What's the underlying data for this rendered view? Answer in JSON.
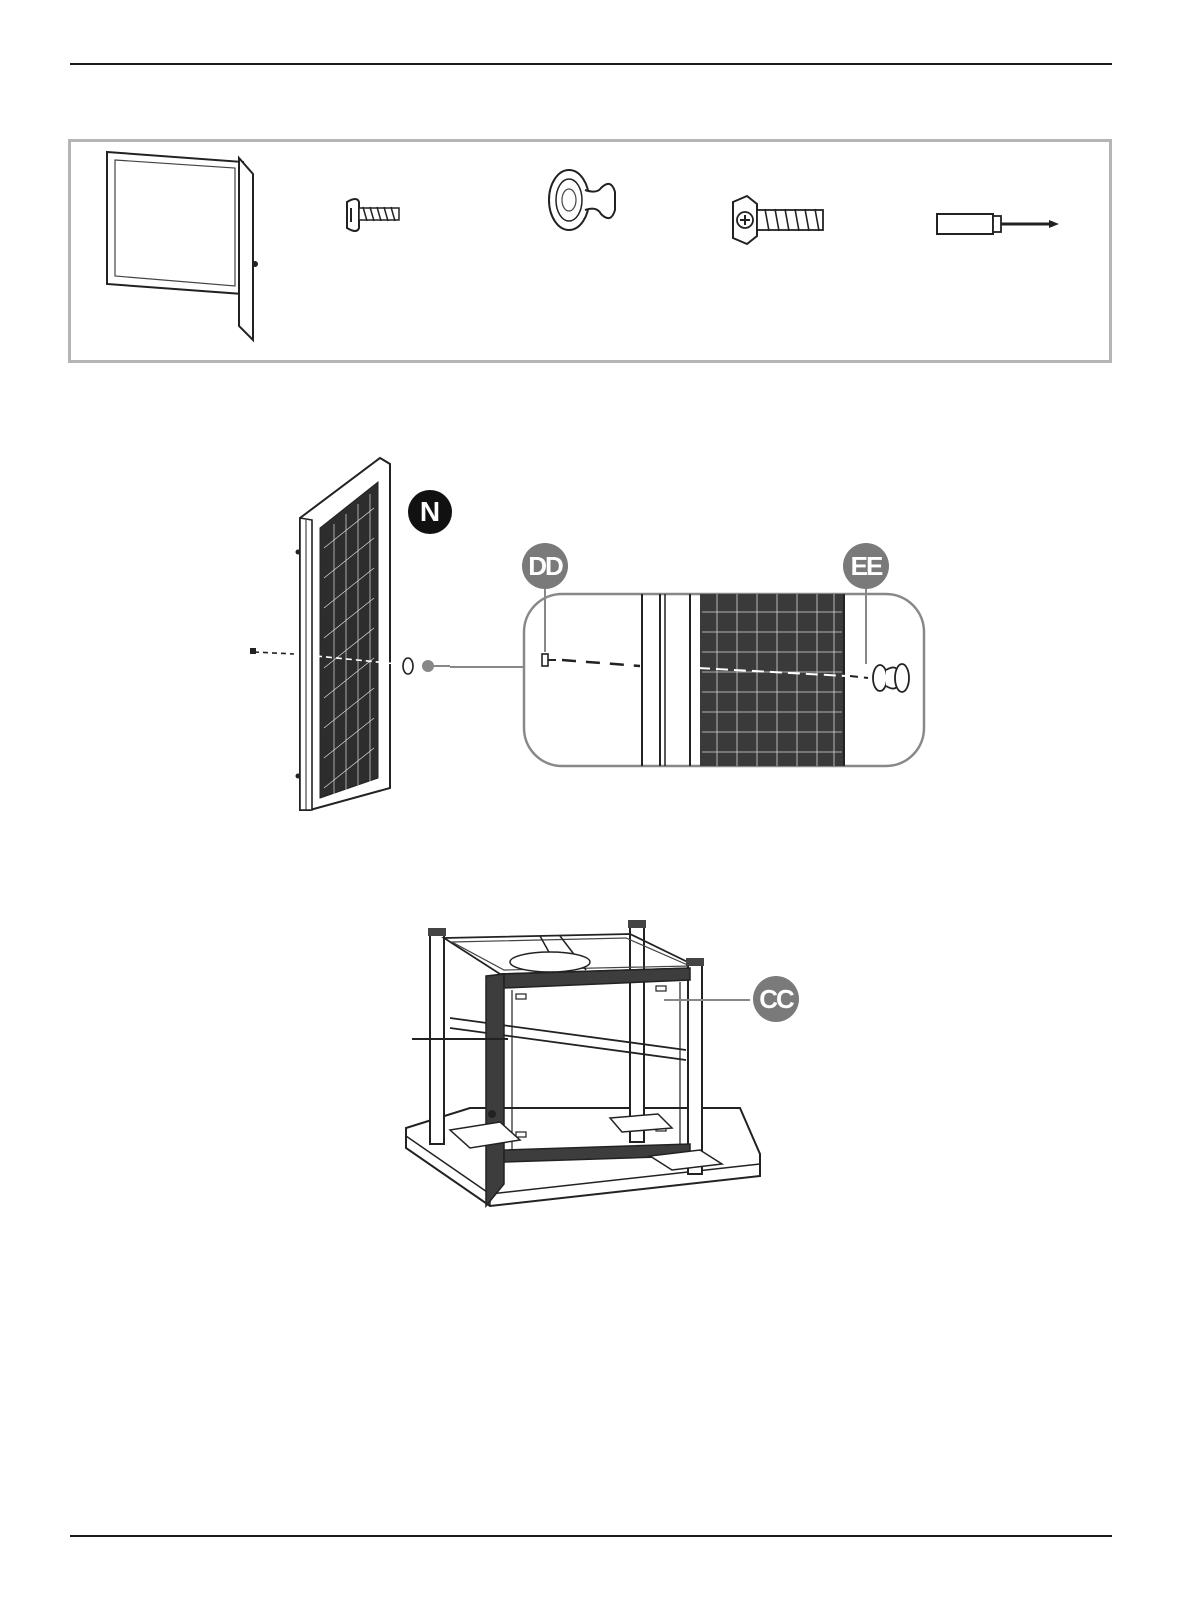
{
  "parts_panel": {
    "items": [
      {
        "icon": "door-panel-icon"
      },
      {
        "icon": "small-screw-icon"
      },
      {
        "icon": "knob-icon"
      },
      {
        "icon": "hex-bolt-icon"
      },
      {
        "icon": "screwdriver-icon"
      }
    ]
  },
  "step_knob": {
    "door_label": "N",
    "screw_label": "DD",
    "knob_label": "EE"
  },
  "step_door": {
    "screw_label": "CC"
  },
  "colors": {
    "rule": "#1a1a1a",
    "box_border": "#b5b5b5",
    "dark_badge": "#111111",
    "grey_badge": "#7a7a7a"
  }
}
